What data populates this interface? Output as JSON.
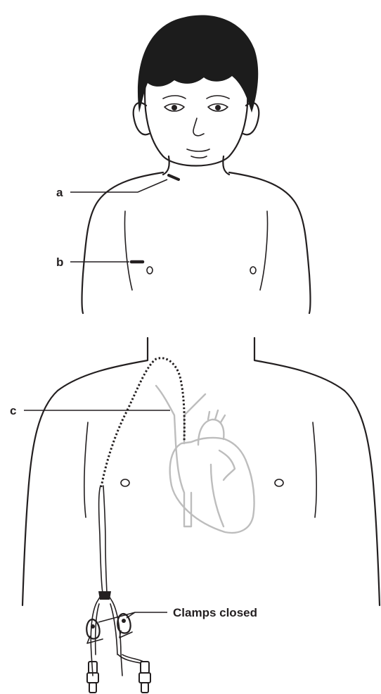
{
  "labels": {
    "a": "a",
    "b": "b",
    "c": "c",
    "clamps": "Clamps closed"
  },
  "colors": {
    "line": "#231f20",
    "heart": "#bdbdbd",
    "hair": "#1c1c1c"
  }
}
